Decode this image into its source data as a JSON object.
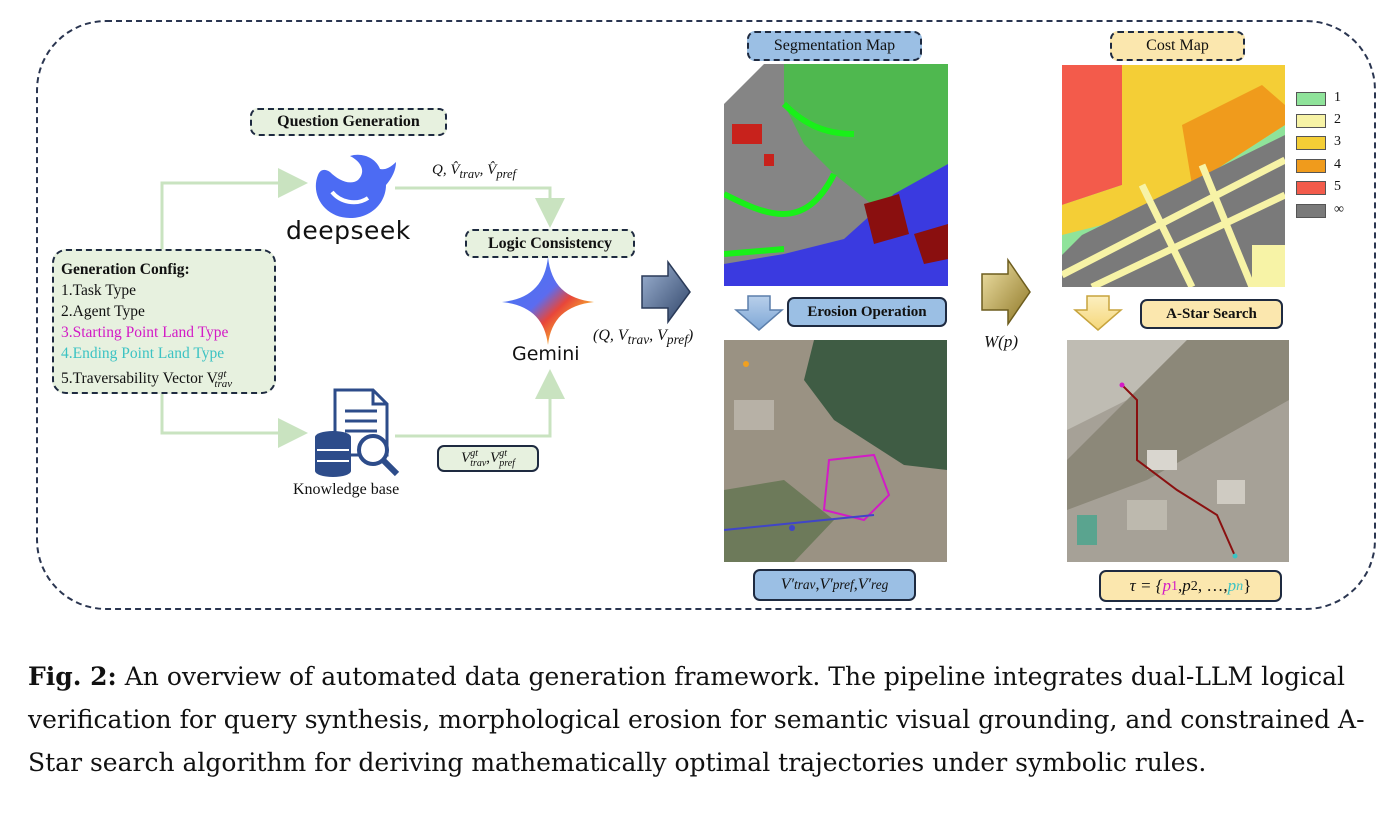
{
  "tags": {
    "question_generation": "Question Generation",
    "logic_consistency": "Logic Consistency",
    "segmentation_map": "Segmentation Map",
    "cost_map": "Cost Map",
    "erosion_operation": "Erosion Operation",
    "a_star_search": "A-Star Search"
  },
  "config": {
    "title": "Generation Config:",
    "items": [
      "1.Task Type",
      "2.Agent Type",
      "3.Starting Point Land Type",
      "4.Ending Point Land Type",
      "5.Traversability Vector V"
    ],
    "item5_sup": "gt",
    "item5_sub": "trav"
  },
  "nodes": {
    "deepseek": "deepseek",
    "gemini": "Gemini",
    "knowledge_base": "Knowledge base"
  },
  "math": {
    "q_hat": "Q, V̂",
    "q_hat_trav": "trav",
    "q_hat_pref": "pref",
    "vgt": "V",
    "vgt_sup": "gt",
    "trav": "trav",
    "pref": "pref",
    "q_tuple": "(Q, V",
    "wp": "W(p)",
    "vprime": "V′",
    "reg": "reg",
    "tau": "τ = {",
    "p1": "p",
    "p2": "p",
    "pn": "p"
  },
  "legend": {
    "items": [
      {
        "label": "1",
        "color": "#8fe39a"
      },
      {
        "label": "2",
        "color": "#f7f3a6"
      },
      {
        "label": "3",
        "color": "#f4ce36"
      },
      {
        "label": "4",
        "color": "#f09b1c"
      },
      {
        "label": "5",
        "color": "#f35b4b"
      },
      {
        "label": "∞",
        "color": "#7a7a7a"
      }
    ]
  },
  "caption": {
    "fig": "Fig. 2:",
    "text": " An overview of automated data generation framework. The pipeline integrates dual-LLM logical verification for query synthesis, morphological erosion for semantic visual grounding, and constrained A-Star search algorithm for deriving mathematically optimal trajectories under symbolic rules."
  },
  "colors": {
    "tag_green": "#e7f1df",
    "tag_blue": "#9bbfe4",
    "tag_yellow": "#fbe7ae",
    "arrow_green": "#c9e3c0",
    "arrow_navy": "#2f4468",
    "arrow_gold": "#9a8530"
  }
}
